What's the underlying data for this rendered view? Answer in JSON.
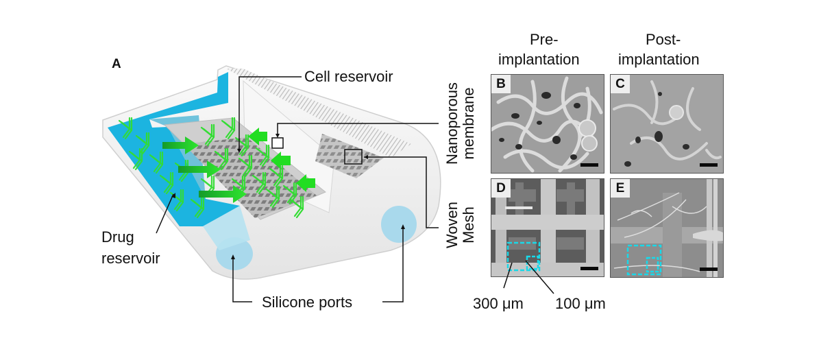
{
  "figure": {
    "panel_a": {
      "letter": "A",
      "labels": {
        "cell_reservoir": "Cell reservoir",
        "drug_reservoir_line1": "Drug",
        "drug_reservoir_line2": "reservoir",
        "silicone_ports": "Silicone ports"
      }
    },
    "column_headers": [
      {
        "line1": "Pre-",
        "line2": "implantation"
      },
      {
        "line1": "Post-",
        "line2": "implantation"
      }
    ],
    "row_labels": [
      {
        "line1": "Nanoporous",
        "line2": "membrane"
      },
      {
        "line1": "Woven",
        "line2": "Mesh"
      }
    ],
    "panels": {
      "B": {
        "letter": "B",
        "description": "nanoporous membrane pre-implantation SEM"
      },
      "C": {
        "letter": "C",
        "description": "nanoporous membrane post-implantation SEM"
      },
      "D": {
        "letter": "D",
        "description": "woven mesh pre-implantation SEM"
      },
      "E": {
        "letter": "E",
        "description": "woven mesh post-implantation SEM"
      }
    },
    "mesh_annotations": {
      "large_pore": "300 μm",
      "small_pore": "100 μm"
    },
    "colors": {
      "drug_fluid": "#1cb4e0",
      "antibody_green": "#33dd33",
      "arrow_green": "#1fcf1f",
      "port_blue": "#a9d9ec",
      "highlight_cyan": "#19d8e8",
      "shell": "#f2f2f2"
    }
  }
}
